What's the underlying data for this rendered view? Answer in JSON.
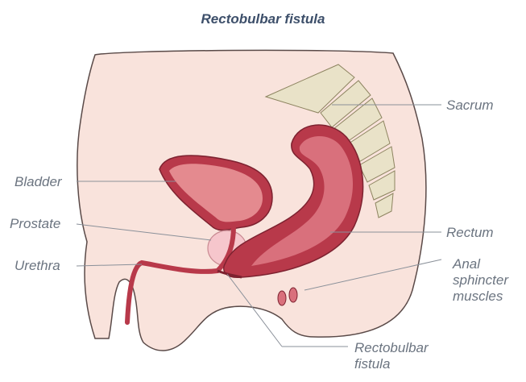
{
  "title": "Rectobulbar fistula",
  "labels": {
    "sacrum": "Sacrum",
    "bladder": "Bladder",
    "prostate": "Prostate",
    "urethra": "Urethra",
    "rectum": "Rectum",
    "anal_sphincter_line1": "Anal",
    "anal_sphincter_line2": "sphincter",
    "anal_sphincter_line3": "muscles",
    "fistula_line1": "Rectobulbar",
    "fistula_line2": "fistula"
  },
  "colors": {
    "skin": "#f9e3dc",
    "skin_outline": "#5a4a48",
    "bone": "#e9e2c8",
    "muscle": "#b8394a",
    "muscle_light": "#d9707c",
    "bladder_inner": "#e48a8f",
    "prostate": "#f6c6cc",
    "leader": "#8a9099"
  }
}
